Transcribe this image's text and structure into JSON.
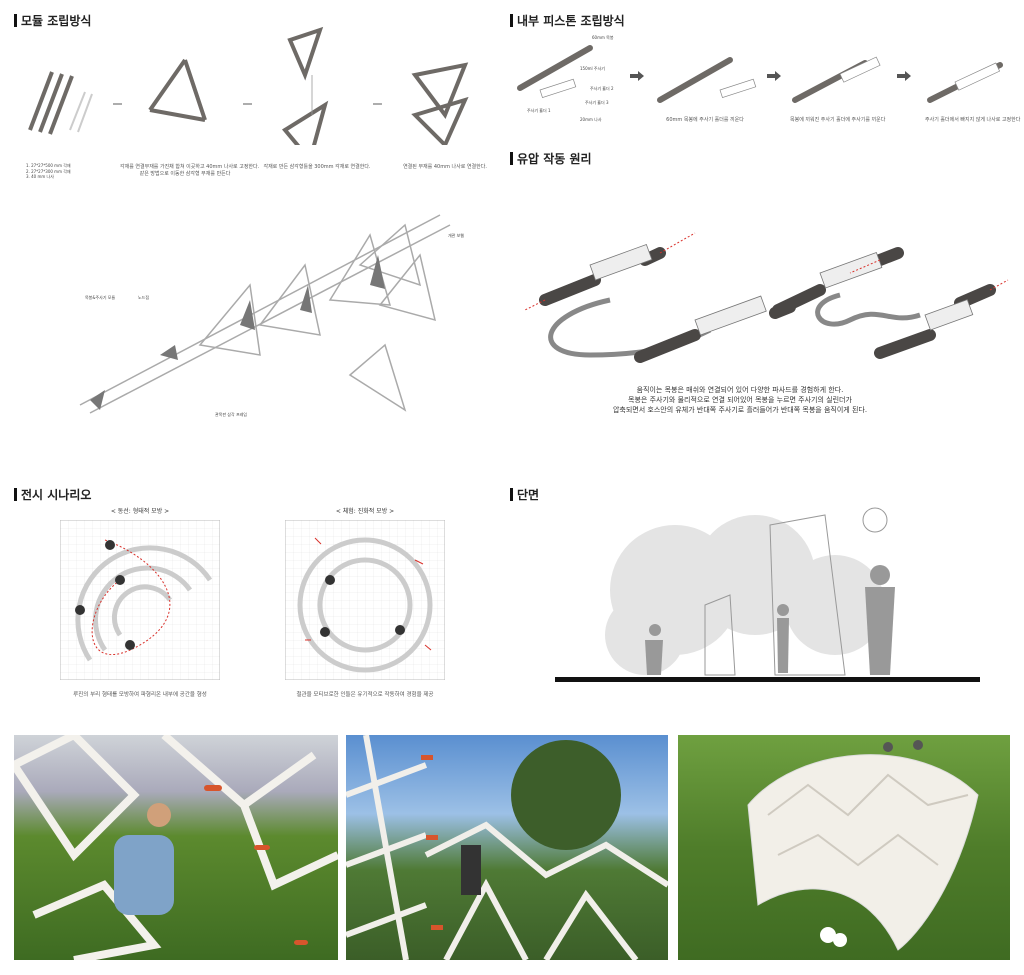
{
  "sections": {
    "module": "모듈 조립방식",
    "piston": "내부 피스톤 조립방식",
    "hydraulic": "유압 작동 원리",
    "scenario": "전시 시나리오",
    "section": "단면"
  },
  "module": {
    "parts": [
      "1. 27*27*500 mm 각재",
      "2. 27*27*300 mm 각재",
      "3. 40 mm 나사"
    ],
    "steps": [
      "각재를 연결부재를 가진채 합쳐 이곳하고 40mm 나사로 고정한다.",
      "같은 방법으로 이동한 삼각형 부재를 만든다",
      "각재로 만든 삼각형틀을 300mm 각재로 연결한다.",
      "연결된 부재를 40mm 나사로 연결한다."
    ],
    "axon_labels": [
      "개관 보웹",
      "목봉&주사기 모듈",
      "노드점",
      "관목판 삼각 프레임"
    ]
  },
  "piston": {
    "parts": [
      "60mm 목봉",
      "150ml 주사기",
      "주사기 홀더 2",
      "주사기 홀더 3",
      "주사기 홀더 1",
      "20mm 나사"
    ],
    "steps": [
      "60mm 목봉에 주사기 홀더를 끼운다",
      "목봉에 끼워진 주사기 홀더에 주사기를 끼운다",
      "주사기 홀더에서 빠지지 않게 나사로 고정한다"
    ]
  },
  "hydraulic": {
    "text": [
      "움직이는 목봉은 매쉬와 연결되어 있어 다양한 파사드를 경험하게 한다.",
      "목봉은 주사기와 물리적으로 연결 되어있어 목봉을 누르면 주사기의 실린더가",
      "압축되면서 호스안의 유체가 반대쪽 주사기로 흘러들어가 반대쪽 목봉을 움직이게 된다."
    ]
  },
  "scenario": {
    "plans": [
      {
        "title": "< 동선: 형태적 모방 >",
        "caption": "루진의 부리 형태를 모방하여 파형리온 내부에 공간을 형성"
      },
      {
        "title": "< 체험: 진화적 모방 >",
        "caption": "철관을 모티브로한 인들은 유기적으로 작동하여 경험을 제공"
      }
    ]
  },
  "colors": {
    "accent": "#d9302a",
    "wood": "#6e6a66",
    "grass": "#4f7d2a"
  }
}
